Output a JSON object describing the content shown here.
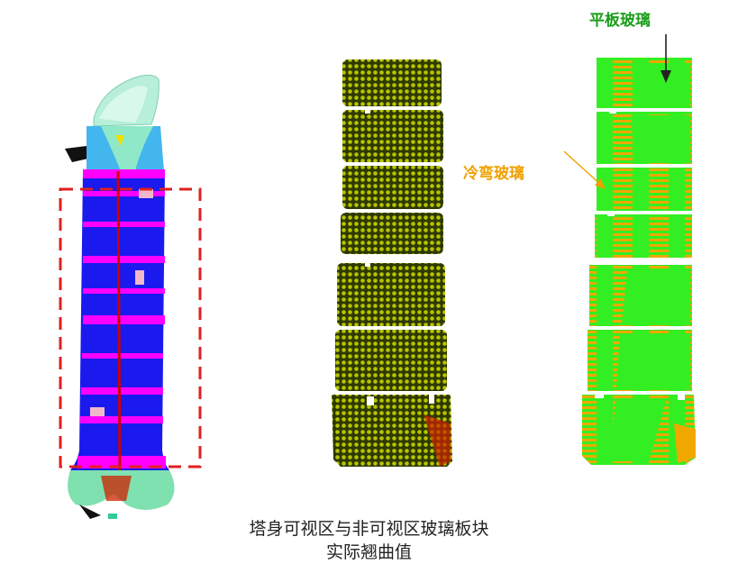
{
  "labels": {
    "flat_glass": "平板玻璃",
    "cold_bent_glass": "冷弯玻璃"
  },
  "caption": {
    "line1": "塔身可视区与非可视区玻璃板块",
    "line2": "实际翘曲值"
  },
  "colors": {
    "tower_blue": "#1a1aee",
    "tower_magenta": "#ff00ff",
    "tower_red_line": "#cc0000",
    "top_mint": "#b8efd8",
    "top_cyan": "#44b6ee",
    "bottom_mint": "#7fe0b0",
    "dashed_box_red": "#e02020",
    "dark_olive": "#2e3a00",
    "olive_yellow": "#b8c400",
    "bright_green": "#33ee22",
    "orange": "#f0a800",
    "flat_label_green": "#1a9e1a",
    "cold_label_orange": "#f0a000"
  },
  "icons": {
    "arrow_flat": "down-arrow-icon",
    "arrow_cold": "diagonal-arrow-icon"
  }
}
